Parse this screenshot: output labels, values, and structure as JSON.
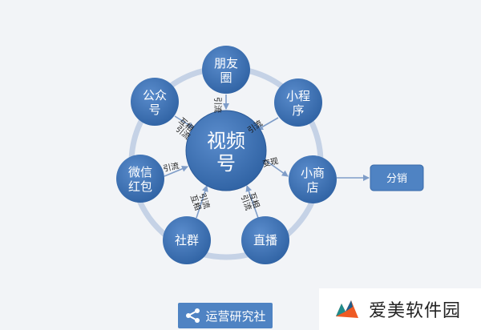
{
  "center": {
    "lines": [
      "视频",
      "号"
    ]
  },
  "nodes": [
    {
      "id": "pengyouquan",
      "lines": [
        "朋友",
        "圈"
      ]
    },
    {
      "id": "xiaochengxu",
      "lines": [
        "小程",
        "序"
      ]
    },
    {
      "id": "xiaoshangdian",
      "lines": [
        "小商",
        "店"
      ]
    },
    {
      "id": "zhibo",
      "lines": [
        "直播"
      ]
    },
    {
      "id": "shequn",
      "lines": [
        "社群"
      ]
    },
    {
      "id": "weixinhongbao",
      "lines": [
        "微信",
        "红包"
      ]
    },
    {
      "id": "gongzhonghao",
      "lines": [
        "公众",
        "号"
      ]
    }
  ],
  "fenxiao": {
    "label": "分销"
  },
  "edge_labels": {
    "pengyouquan": [
      "引流"
    ],
    "xiaochengxu": [
      "引流"
    ],
    "xiaoshangdian": [
      "变现"
    ],
    "zhibo": [
      "互相",
      "引流"
    ],
    "shequn": [
      "互相",
      "引流"
    ],
    "weixinhongbao": [
      "引流"
    ],
    "gongzhonghao": [
      "互相",
      "引流"
    ]
  },
  "footer": {
    "label": "运营研究社"
  },
  "watermark": {
    "text": "爱美软件园"
  },
  "colors": {
    "node_fill": "#3e72b3",
    "ring": "#c5d2e6",
    "arrow": "#7f9dc8",
    "box_fill": "#4f83c3"
  }
}
